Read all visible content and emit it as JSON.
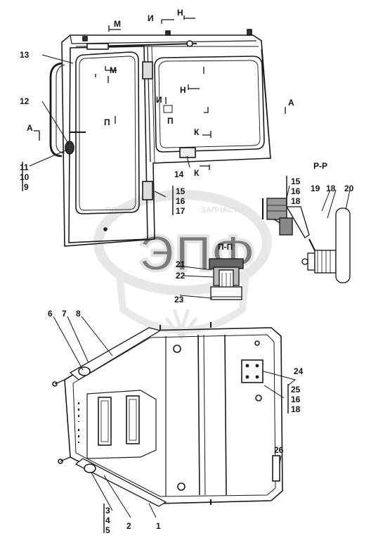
{
  "sections": {
    "pp": "П-П",
    "rr": "Р-Р"
  },
  "view_marks": {
    "m": "М",
    "i": "И",
    "n": "Н",
    "p": "П",
    "a": "А",
    "k": "К"
  },
  "callouts": [
    "1",
    "2",
    "3",
    "4",
    "5",
    "6",
    "7",
    "8",
    "9",
    "10",
    "11",
    "12",
    "13",
    "14",
    "15",
    "16",
    "17",
    "18",
    "19",
    "20",
    "21",
    "22",
    "23",
    "24",
    "25",
    "26"
  ],
  "watermark": {
    "logo": "ЭПФ",
    "caption": "ЗАПЧАСТИ"
  }
}
